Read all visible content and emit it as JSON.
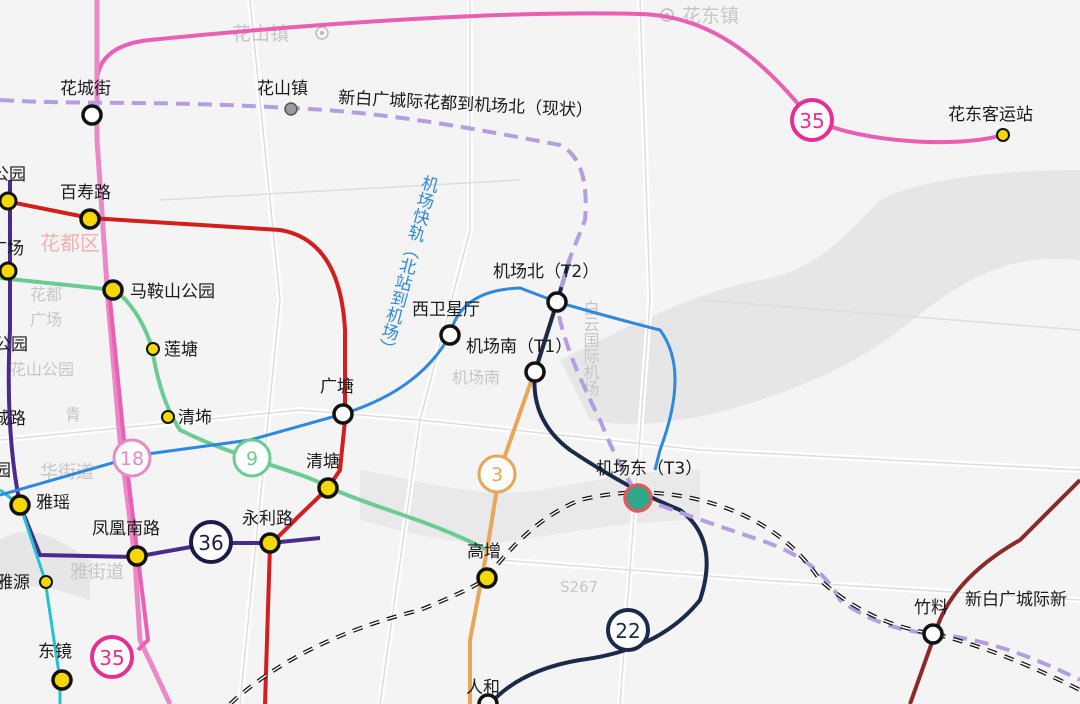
{
  "map": {
    "background_places": [
      {
        "id": "huadongzhen",
        "text": "花东镇"
      },
      {
        "id": "huashanzhen",
        "text": "花山镇"
      },
      {
        "id": "huaduqu",
        "text": "花都区"
      },
      {
        "id": "huadu",
        "text": "花都"
      },
      {
        "id": "guangchang",
        "text": "广场"
      },
      {
        "id": "huashanpark",
        "text": "花山公园"
      },
      {
        "id": "jichangnan",
        "text": "机场南"
      },
      {
        "id": "baiyunjichang",
        "text": "白云国际机场"
      },
      {
        "id": "huajiedao",
        "text": "华街道"
      },
      {
        "id": "s267",
        "text": "S267"
      },
      {
        "id": "qing",
        "text": "青"
      },
      {
        "id": "yajie",
        "text": "雅街道"
      }
    ],
    "route_labels": {
      "intercity_name": "新白广城际花都到机场北（现状）",
      "intercity_name_partial": "新白广城际新",
      "airport_express": "机场快轨（北站到机场）"
    },
    "line_badges": [
      {
        "id": "35a",
        "text": "35",
        "color": "#e83e9c"
      },
      {
        "id": "35b",
        "text": "35",
        "color": "#e83e9c"
      },
      {
        "id": "18",
        "text": "18",
        "color": "#e69acb"
      },
      {
        "id": "9",
        "text": "9",
        "color": "#7dcb9a"
      },
      {
        "id": "36",
        "text": "36",
        "color": "#1c1c4a"
      },
      {
        "id": "3",
        "text": "3",
        "color": "#e9a55a"
      },
      {
        "id": "22",
        "text": "22",
        "color": "#1c2a4a"
      }
    ],
    "stations": [
      {
        "id": "huachengjie",
        "name": "花城街"
      },
      {
        "id": "huashanzhen_st",
        "name": "花山镇"
      },
      {
        "id": "huadongkeyunzhan",
        "name": "花东客运站"
      },
      {
        "id": "gongyuan",
        "name": "公园"
      },
      {
        "id": "baishoulu",
        "name": "百寿路"
      },
      {
        "id": "guangchang_st",
        "name": "广场"
      },
      {
        "id": "maanshan",
        "name": "马鞍山公园"
      },
      {
        "id": "liantang",
        "name": "莲塘"
      },
      {
        "id": "gongyuan2",
        "name": "公园"
      },
      {
        "id": "qingbu",
        "name": "清㘵"
      },
      {
        "id": "chenglu",
        "name": "城路"
      },
      {
        "id": "yuan",
        "name": "园"
      },
      {
        "id": "guangtang",
        "name": "广塘"
      },
      {
        "id": "qingtang",
        "name": "清塘"
      },
      {
        "id": "xiweixingting",
        "name": "西卫星厅"
      },
      {
        "id": "jichangbei",
        "name": "机场北（T2）"
      },
      {
        "id": "jichangnan_st",
        "name": "机场南（T1）"
      },
      {
        "id": "jichangdong",
        "name": "机场东（T3）"
      },
      {
        "id": "yayao",
        "name": "雅瑶"
      },
      {
        "id": "fenghuangnanlu",
        "name": "凤凰南路"
      },
      {
        "id": "yonglilu",
        "name": "永利路"
      },
      {
        "id": "gaozeng",
        "name": "高增"
      },
      {
        "id": "yayuan",
        "name": "雅源"
      },
      {
        "id": "dongjing",
        "name": "东镜"
      },
      {
        "id": "renhe",
        "name": "人和"
      },
      {
        "id": "zhuliao",
        "name": "竹料"
      }
    ]
  }
}
